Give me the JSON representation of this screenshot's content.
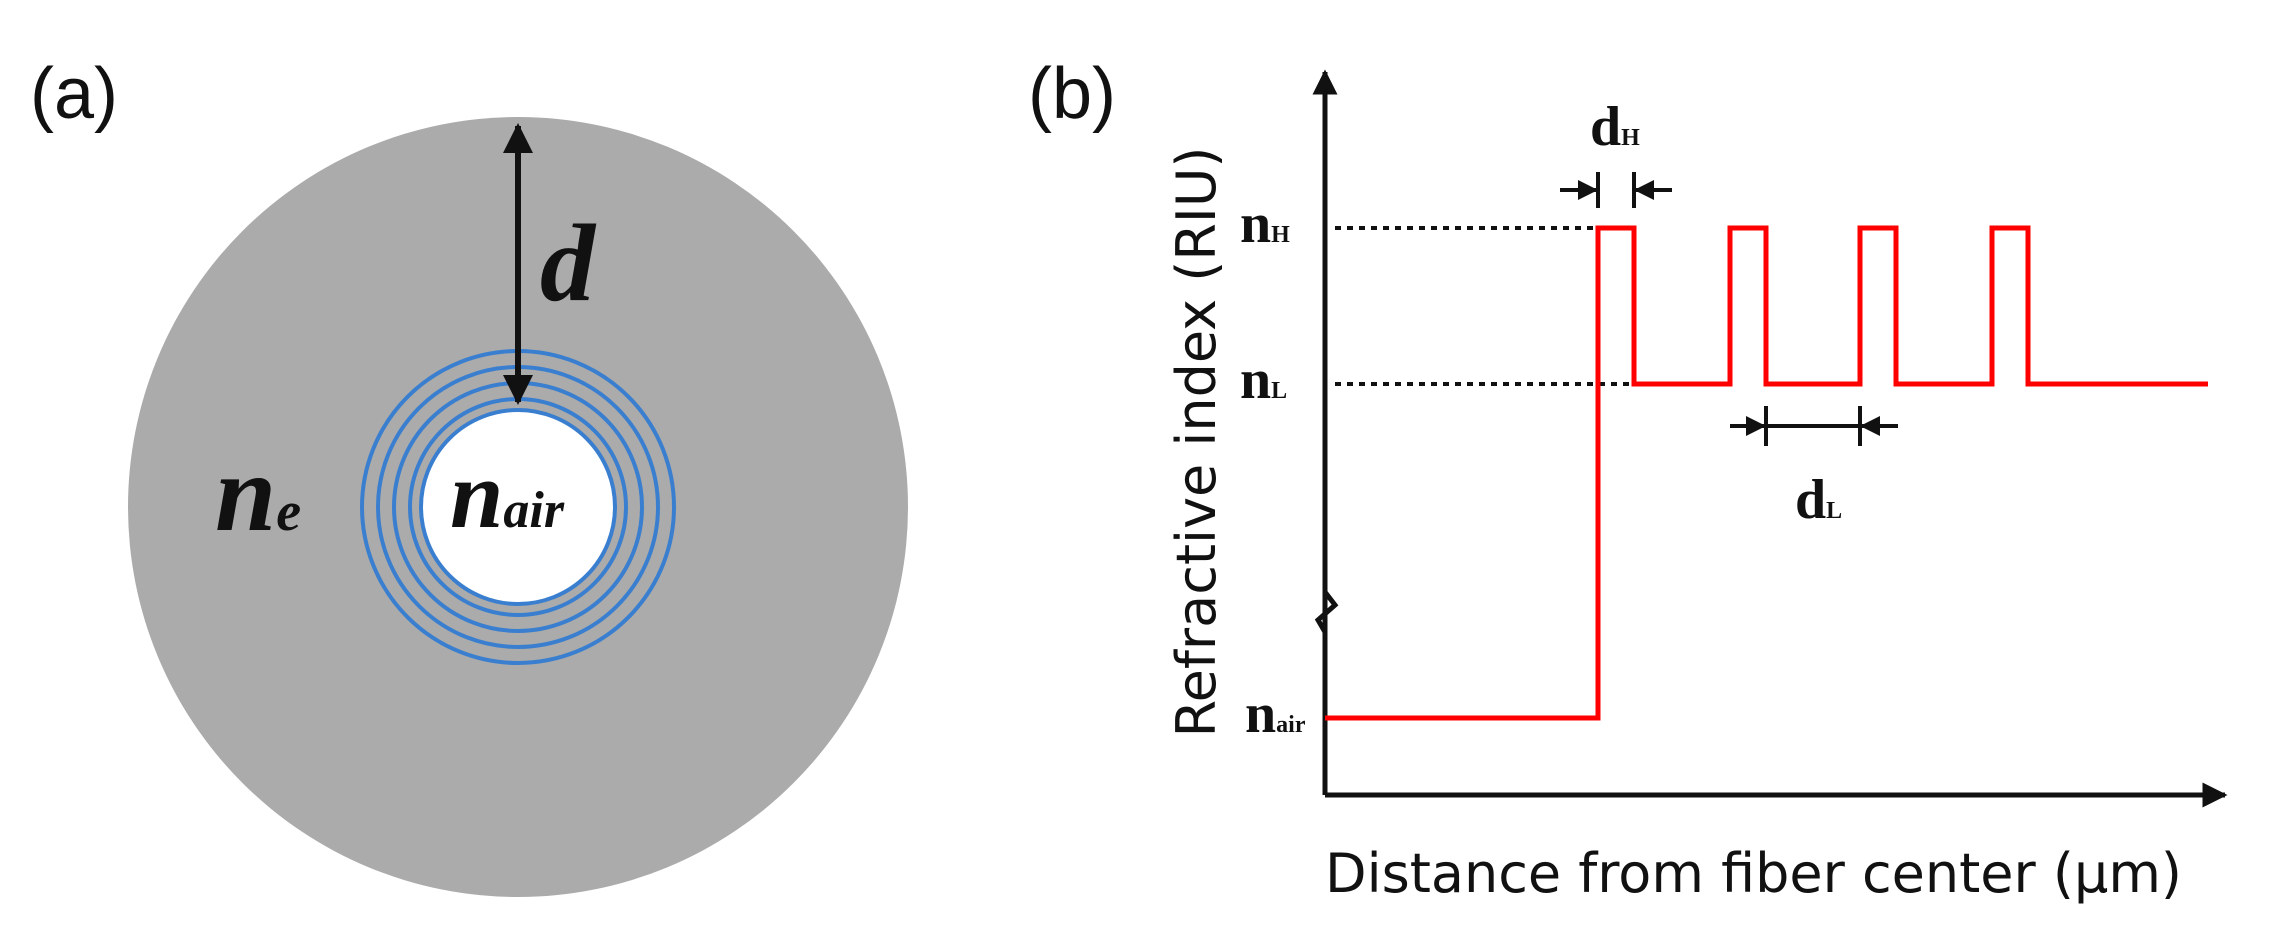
{
  "panel_a": {
    "label": "(a)",
    "symbol_d": "d",
    "symbol_ne_main": "n",
    "symbol_ne_sub": "e",
    "symbol_nair_main": "n",
    "symbol_nair_sub": "air",
    "colors": {
      "cladding": "#ababab",
      "rings": "#3a7fcf",
      "core": "#ffffff",
      "arrow": "#111111"
    }
  },
  "panel_b": {
    "label": "(b)",
    "y_axis_title": "Refractive index (RIU)",
    "x_axis_title": "Distance from fiber center (μm)",
    "nH_main": "n",
    "nH_sub": "H",
    "nL_main": "n",
    "nL_sub": "L",
    "nair_main": "n",
    "nair_sub": "air",
    "dH_main": "d",
    "dH_sub": "H",
    "dL_main": "d",
    "dL_sub": "L",
    "colors": {
      "profile": "#ff0000",
      "axes": "#111111",
      "guides": "#111111"
    }
  }
}
